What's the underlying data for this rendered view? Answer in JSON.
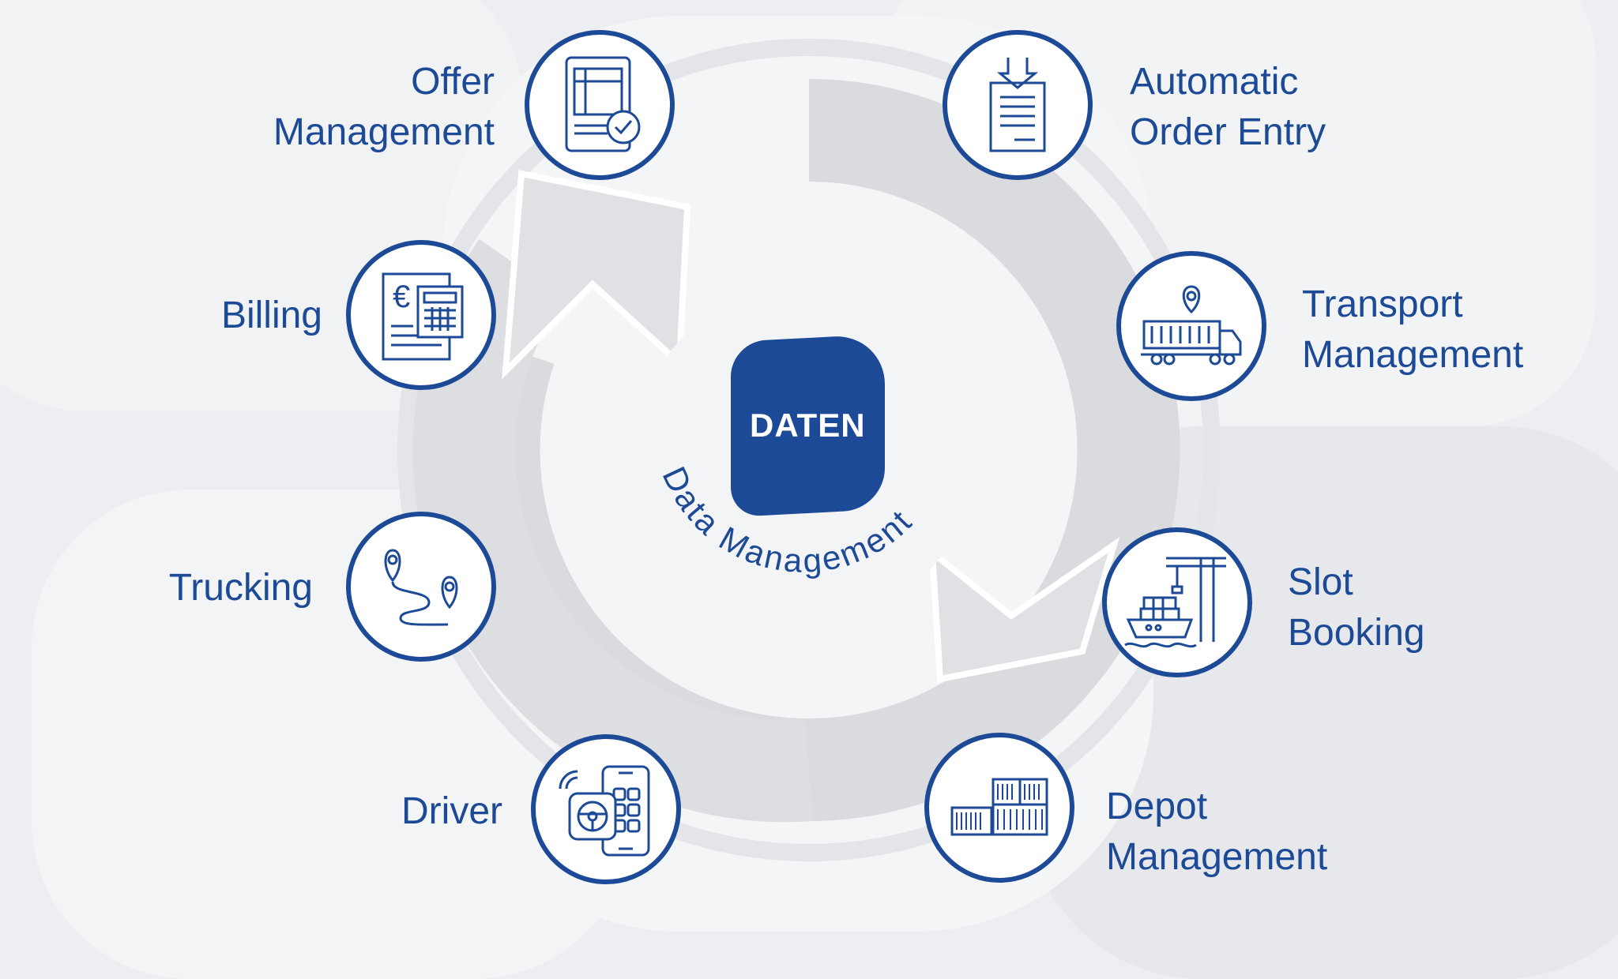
{
  "center": {
    "badge": "DATEN",
    "arc_label": "Data Management"
  },
  "nodes": [
    {
      "id": "offer-management",
      "line1": "Offer",
      "line2": "Management",
      "icon": "tablet-document-check-icon"
    },
    {
      "id": "automatic-order-entry",
      "line1": "Automatic",
      "line2": "Order Entry",
      "icon": "document-download-icon"
    },
    {
      "id": "billing",
      "line1": "Billing",
      "line2": "",
      "icon": "invoice-calculator-icon"
    },
    {
      "id": "transport-management",
      "line1": "Transport",
      "line2": "Management",
      "icon": "truck-location-icon"
    },
    {
      "id": "trucking",
      "line1": "Trucking",
      "line2": "",
      "icon": "route-pins-icon"
    },
    {
      "id": "slot-booking",
      "line1": "Slot",
      "line2": "Booking",
      "icon": "crane-ship-icon"
    },
    {
      "id": "driver",
      "line1": "Driver",
      "line2": "",
      "icon": "phone-steering-wheel-icon"
    },
    {
      "id": "depot-management",
      "line1": "Depot",
      "line2": "Management",
      "icon": "stacked-containers-icon"
    }
  ],
  "colors": {
    "brand_blue": "#1c4a96",
    "ring_grey": "#dfe1e4",
    "background": "#eceef1"
  }
}
